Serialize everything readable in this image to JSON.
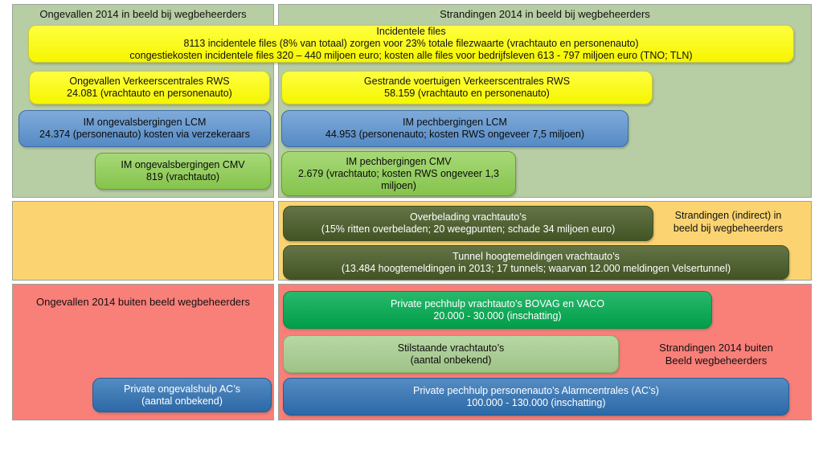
{
  "colors": {
    "panel_green": "#b7cda3",
    "panel_orange": "#fbd471",
    "panel_red": "#f97f79",
    "box_yellow": "#ffff00",
    "box_blue_light": "#5b93d0",
    "box_green_mid": "#8dce51",
    "box_green_dark": "#4a5d28",
    "box_green_bright": "#00ab50",
    "box_green_pale": "#a6cd8e",
    "box_blue_dark": "#2f72b5"
  },
  "headers": {
    "top_left": "Ongevallen 2014 in beeld bij wegbeheerders",
    "top_right": "Strandingen 2014 in beeld bij wegbeheerders",
    "bottom_left": "Ongevallen 2014 buiten beeld wegbeheerders",
    "indirect_right": {
      "line1": "Strandingen (indirect) in",
      "line2": "beeld bij wegbeheerders"
    },
    "bottom_right": {
      "line1": "Strandingen 2014 buiten",
      "line2": "Beeld wegbeheerders"
    }
  },
  "boxes": {
    "incidentele_files": {
      "line1": "Incidentele files",
      "line2": "8113 incidentele files (8% van totaal) zorgen voor 23% totale filezwaarte (vrachtauto en personenauto)",
      "line3": "congestiekosten incidentele files 320 – 440 miljoen euro; kosten alle files voor bedrijfsleven 613 - 797 miljoen euro (TNO; TLN)"
    },
    "ongevallen_verkeerscentrales": {
      "line1": "Ongevallen Verkeerscentrales RWS",
      "line2": "24.081 (vrachtauto en personenauto)"
    },
    "im_ongevalsbergingen_lcm": {
      "line1": "IM ongevalsbergingen LCM",
      "line2": "24.374 (personenauto) kosten via verzekeraars"
    },
    "im_ongevalsbergingen_cmv": {
      "line1": "IM ongevalsbergingen CMV",
      "line2": "819 (vrachtauto)"
    },
    "gestrande_voertuigen": {
      "line1": "Gestrande voertuigen Verkeerscentrales RWS",
      "line2": "58.159 (vrachtauto en personenauto)"
    },
    "im_pechbergingen_lcm": {
      "line1": "IM pechbergingen LCM",
      "line2": "44.953 (personenauto; kosten RWS ongeveer 7,5 miljoen)"
    },
    "im_pechbergingen_cmv": {
      "line1": "IM pechbergingen CMV",
      "line2": "2.679 (vrachtauto; kosten RWS ongeveer 1,3 miljoen)"
    },
    "overbelading": {
      "line1": "Overbelading vrachtauto’s",
      "line2": "(15% ritten overbeladen; 20 weegpunten; schade 34 miljoen euro)"
    },
    "tunnel_hoogtemeldingen": {
      "line1": "Tunnel hoogtemeldingen vrachtauto’s",
      "line2": "(13.484 hoogtemeldingen in 2013; 17 tunnels; waarvan 12.000 meldingen Velsertunnel)"
    },
    "private_ongevalshulp": {
      "line1": "Private ongevalshulp AC’s",
      "line2": "(aantal onbekend)"
    },
    "private_pechhulp_vracht": {
      "line1": "Private pechhulp vrachtauto’s BOVAG en VACO",
      "line2": "20.000 - 30.000 (inschatting)"
    },
    "stilstaande_vrachtautos": {
      "line1": "Stilstaande vrachtauto’s",
      "line2": "(aantal onbekend)"
    },
    "private_pechhulp_personen": {
      "line1": "Private pechhulp personenauto’s Alarmcentrales (AC’s)",
      "line2": "100.000 - 130.000 (inschatting)"
    }
  }
}
